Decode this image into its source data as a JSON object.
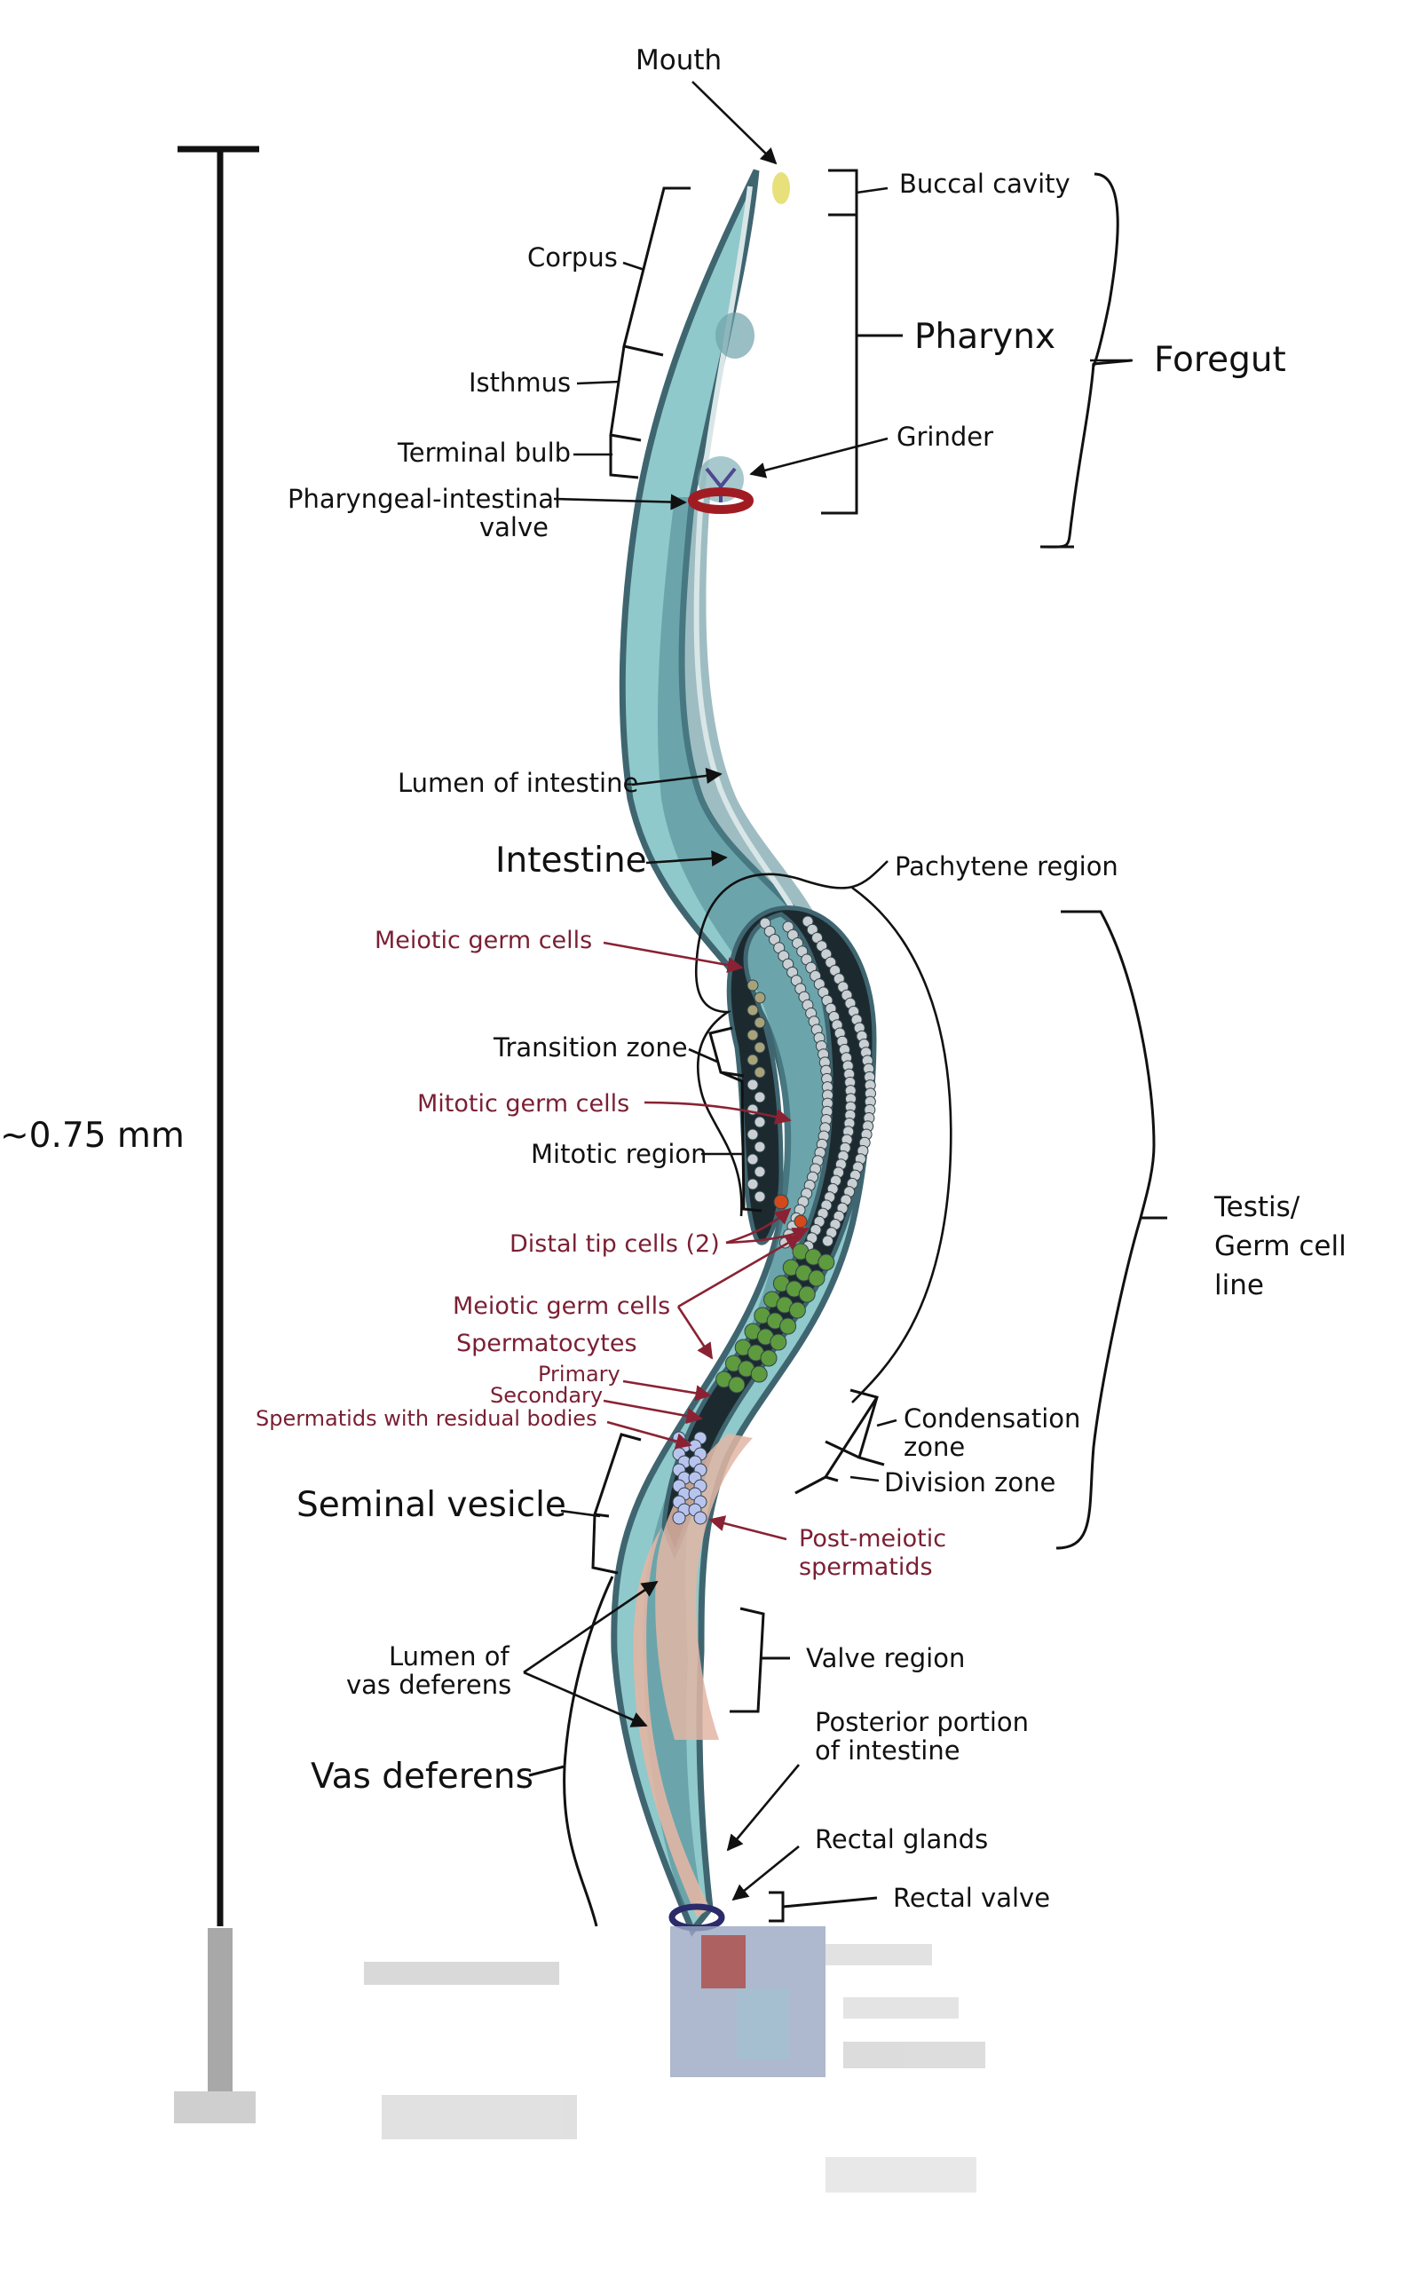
{
  "diagram": {
    "scale_label": "~0.75 mm",
    "labels": {
      "mouth": "Mouth",
      "buccal_cavity": "Buccal cavity",
      "pharynx": "Pharynx",
      "foregut": "Foregut",
      "corpus": "Corpus",
      "isthmus": "Isthmus",
      "terminal_bulb": "Terminal bulb",
      "grinder": "Grinder",
      "pi_valve_line1": "Pharyngeal-intestinal",
      "pi_valve_line2": "valve",
      "lumen_of_intestine": "Lumen of intestine",
      "intestine": "Intestine",
      "pachytene_region": "Pachytene region",
      "meiotic_germ_cells_1": "Meiotic germ cells",
      "transition_zone": "Transition zone",
      "mitotic_germ_cells": "Mitotic germ cells",
      "mitotic_region": "Mitotic region",
      "distal_tip_cells": "Distal tip cells (2)",
      "testis_line1": "Testis/",
      "testis_line2": "Germ cell",
      "testis_line3": "line",
      "meiotic_germ_cells_2": "Meiotic germ cells",
      "spermatocytes": "Spermatocytes",
      "primary": "Primary",
      "secondary": "Secondary",
      "spermatids_residual": "Spermatids with residual bodies",
      "condensation_line1": "Condensation",
      "condensation_line2": "zone",
      "division_zone": "Division zone",
      "seminal_vesicle": "Seminal vesicle",
      "post_meiotic_line1": "Post-meiotic",
      "post_meiotic_line2": "spermatids",
      "lumen_vas_line1": "Lumen of",
      "lumen_vas_line2": "vas deferens",
      "valve_region": "Valve region",
      "posterior_line1": "Posterior portion",
      "posterior_line2": "of intestine",
      "vas_deferens": "Vas deferens",
      "rectal_glands": "Rectal glands",
      "rectal_valve": "Rectal valve"
    },
    "colors": {
      "body_outer": "#3f6670",
      "body_fill": "#8fc9cc",
      "intestine_fill": "#4e8790",
      "lumen": "#d9e6e8",
      "gonad_fill": "#1c2a30",
      "germ_cell": "#c9cfd2",
      "germ_cell_green": "#5e9a3e",
      "germ_cell_olive": "#a7a27a",
      "spermatid": "#b9c4ee",
      "vas_deferens": "#e2b6a4",
      "valve_red": "#a11c22",
      "rectal_valve": "#2b2a6a",
      "text": "#111111",
      "text_red": "#7a1f33",
      "arrow_red": "#8a2233"
    }
  }
}
